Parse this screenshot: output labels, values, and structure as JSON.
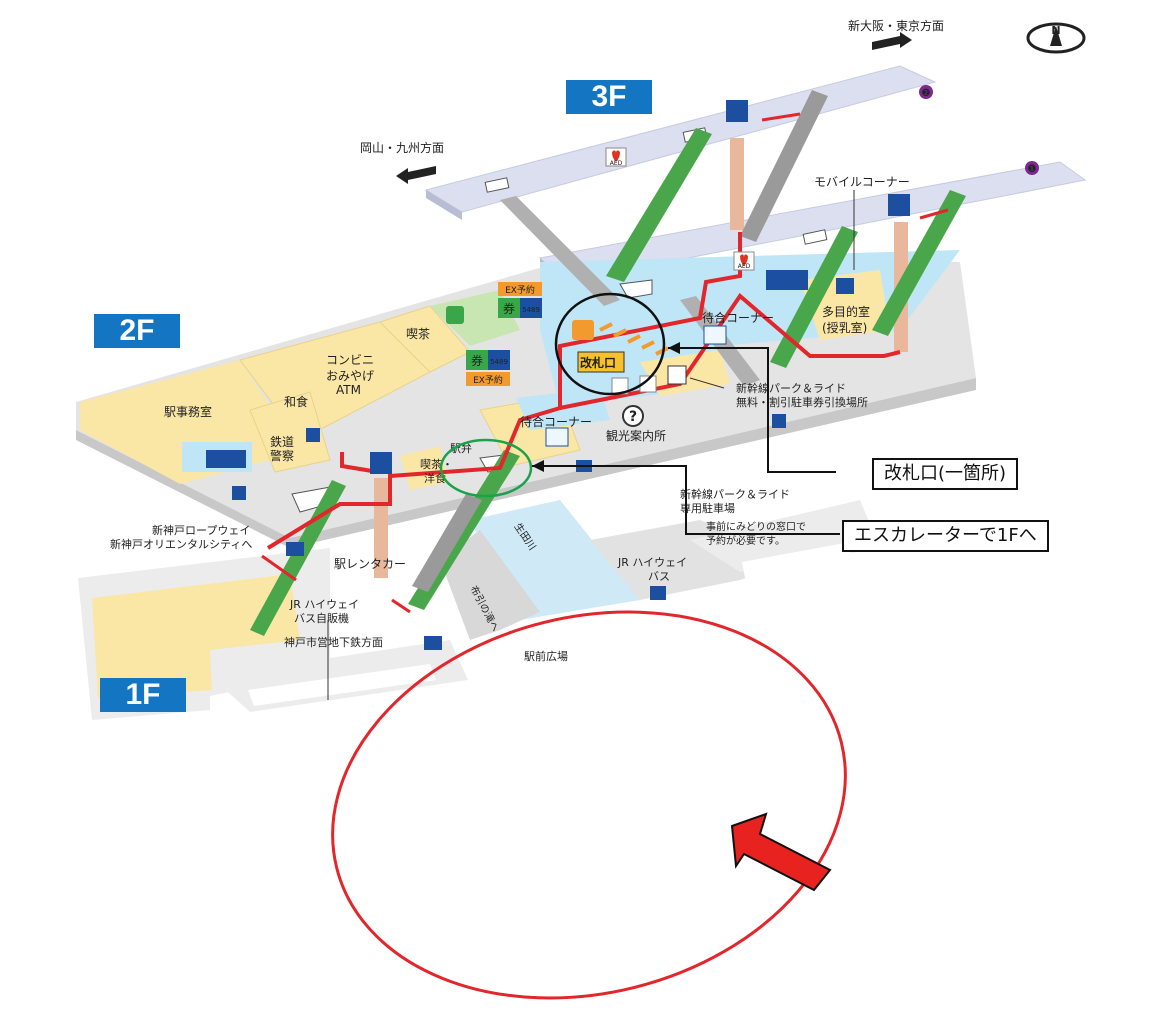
{
  "floors": {
    "f3": "3F",
    "f2": "2F",
    "f1": "1F"
  },
  "directions": {
    "shin_osaka": "新大阪・東京方面",
    "okayama": "岡山・九州方面"
  },
  "compass_letter": "N",
  "track_numbers": {
    "t1": "❶",
    "t2": "❷"
  },
  "labels_3f": {
    "mobile_corner": "モバイルコーナー",
    "aed": "AED",
    "multipurpose": "多目的室",
    "nursing": "(授乳室)"
  },
  "labels_2f": {
    "kissa": "喫茶",
    "convenience": "コンビニ",
    "omiyage": "おみやげ",
    "atm": "ATM",
    "washoku": "和食",
    "station_office": "駅事務室",
    "police_1": "鉄道",
    "police_2": "警察",
    "waiting_1": "待合コーナー",
    "waiting_2": "待合コーナー",
    "ticket_gate": "改札口",
    "tourist_info": "観光案内所",
    "ekiben": "駅弁",
    "kissa_yogashi_1": "喫茶・",
    "kissa_yogashi_2": "洋食",
    "park_ride_1": "新幹線パーク＆ライド",
    "park_ride_2": "無料・割引駐車券引換場所",
    "ropeway_1": "新神戸ロープウェイ",
    "ropeway_2": "新神戸オリエンタルシティへ",
    "ken": "券",
    "ex_yoyaku": "EX予約",
    "num_5489": "5489"
  },
  "labels_1f": {
    "rent_a_car": "駅レンタカー",
    "jr_bus_vending_1": "JR ハイウェイ",
    "jr_bus_vending_2": "バス自販機",
    "jr_bus_1": "JR ハイウェイ",
    "jr_bus_2": "バス",
    "subway": "神戸市営地下鉄方面",
    "plaza": "駅前広場",
    "park_ride_lot_1": "新幹線パーク＆ライド",
    "park_ride_lot_2": "専用駐車場",
    "park_ride_note_1": "事前にみどりの窓口で",
    "park_ride_note_2": "予約が必要です。",
    "road_1": "布引の滝へ",
    "road_2": "生田川"
  },
  "callouts": {
    "ticket_gate": "改札口(一箇所)",
    "escalator": "エスカレーターで1Fへ"
  },
  "colors": {
    "floor_badge": "#1476c2",
    "route_red": "#e2262c",
    "callout_circle_black": "#111111",
    "callout_circle_green": "#1aa34a",
    "highlight_ellipse": "#e2262c",
    "arrow_red": "#e8231f",
    "shop_yellow": "#fbe7a5",
    "platform_lavender": "#dcdff0",
    "concourse_blue": "#bfe6f6",
    "floor_gray": "#e4e4e4",
    "escalator_green": "#4aa64a"
  }
}
